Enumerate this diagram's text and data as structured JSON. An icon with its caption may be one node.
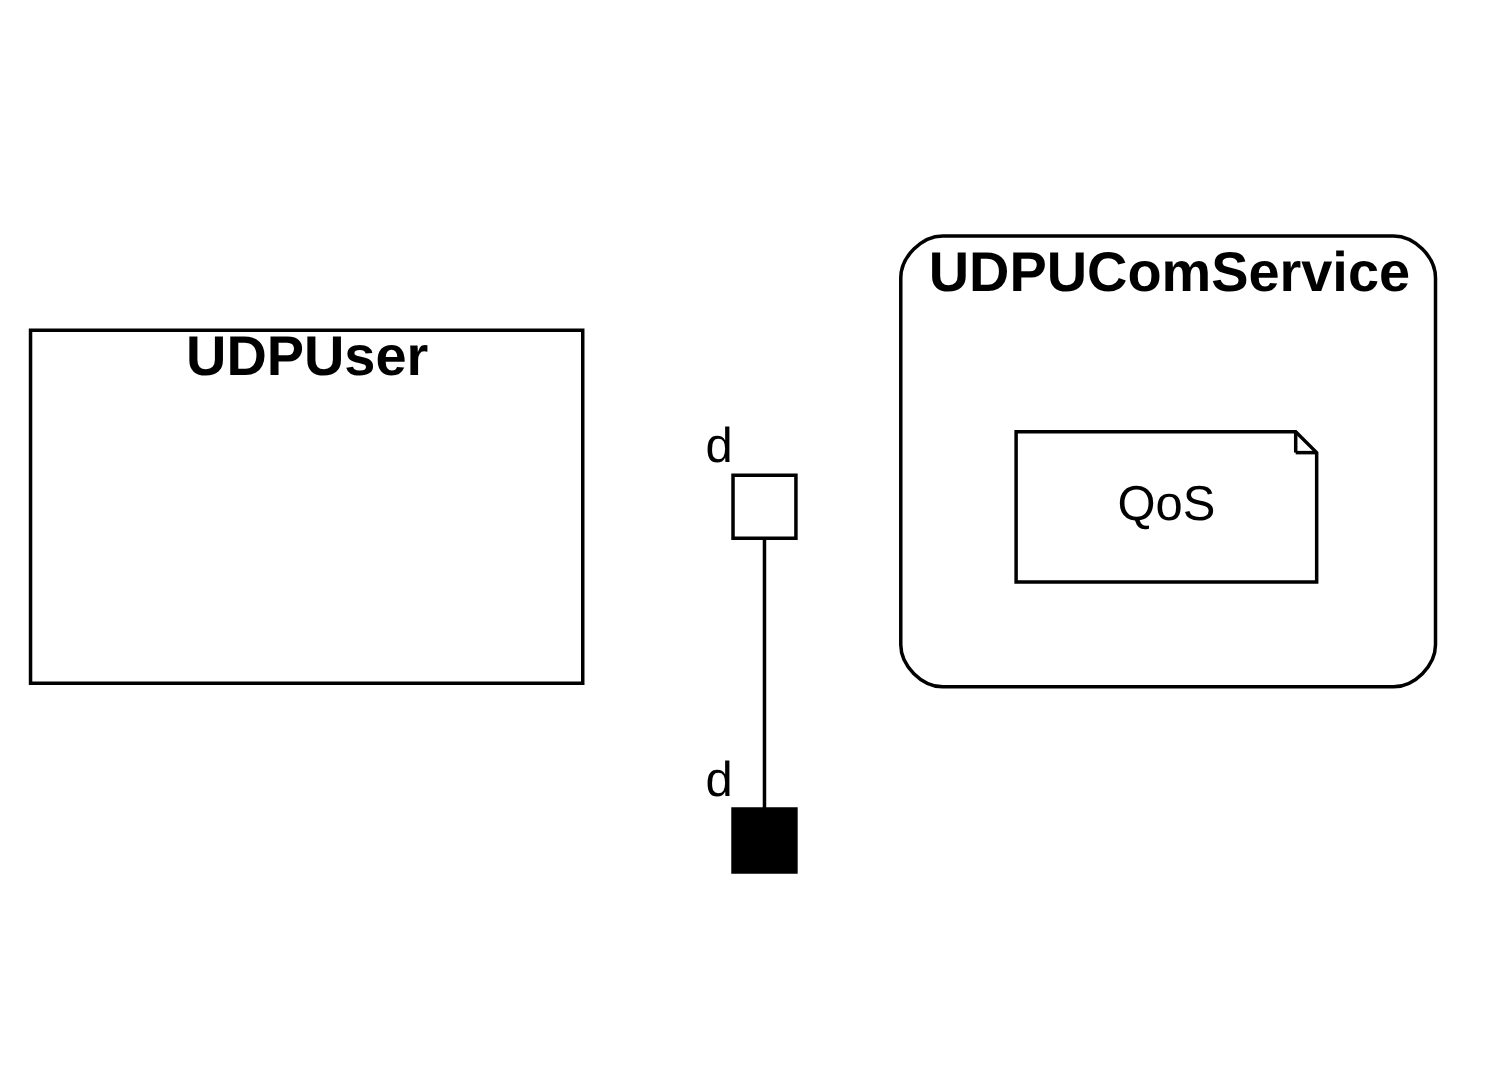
{
  "diagram": {
    "nodes": [
      {
        "text": [
          "UDPUser"
        ]
      },
      {
        "text": [],
        "shape": "box",
        "beside": [
          "d"
        ]
      },
      {
        "text": [
          "UDPUComService"
        ]
      },
      {
        "text": [],
        "shape": "box",
        "beside": [
          "d"
        ]
      },
      {
        "text": [
          "QoS"
        ],
        "in": 2
      }
    ],
    "edges": [
      {
        "from": 1,
        "to": 3,
        "arrow": "none"
      }
    ]
  }
}
